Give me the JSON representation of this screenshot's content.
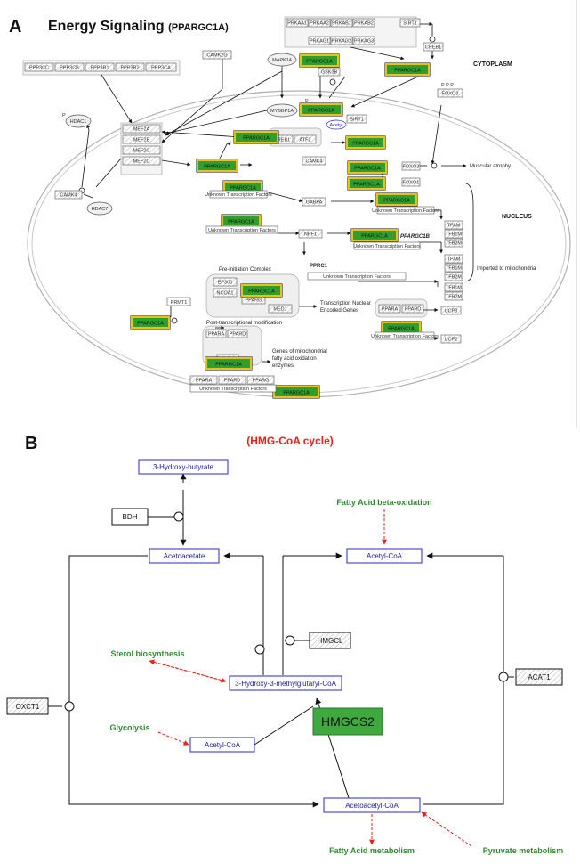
{
  "panel_a": {
    "panel_letter": "A",
    "title": "Energy Signaling",
    "title_gene": "(PPARGC1A)",
    "compartments": {
      "cytoplasm": "CYTOPLASM",
      "nucleus": "NUCLEUS"
    },
    "genes": {
      "ppargc1a": "PPARGC1A",
      "ppargc1b": "PPARGC1B",
      "prkaa1": "PRKAA1",
      "prkaa2": "PRKAA2",
      "prkab1": "PRKAB1",
      "prkab2": "PRKAB2",
      "prkag1": "PRKAG1",
      "prkag2": "PRKAG2",
      "prkag3": "PRKAG3",
      "sirt1": "SIRT1",
      "creb1": "CREB1",
      "gsk3b": "GSK3B",
      "ppp3cc": "PPP3CC",
      "ppp3cb": "PPP3CB",
      "ppp3r1": "PPP3R1",
      "ppp3r2": "PPP3R2",
      "ppp3ca": "PPP3CA",
      "camk2g": "CAMK2G",
      "mapk14": "MAPK14",
      "mybbp1a": "MYBBP1A",
      "hdac1": "HDAC1",
      "hdac7": "HDAC7",
      "camk4": "CAMK4",
      "mef2a": "MEF2A",
      "mef2b": "MEF2B",
      "mef2c": "MEF2C",
      "mef2d": "MEF2D",
      "atf2": "ATF2",
      "esrra": "ESRRA",
      "foxo3": "FOXO3",
      "foxo1": "FOXO1",
      "gabpa": "GABPA",
      "nrf1": "NRF1",
      "pprc1": "PPRC1",
      "tfam": "TFAM",
      "tfb1m": "TFB1M",
      "tfb2m": "TFB2M",
      "ep300": "EP300",
      "ncoa1": "NCOA1",
      "pparg": "PPARG",
      "med1": "MED1",
      "prmt1": "PRMT1",
      "ppara": "PPARA",
      "ppard": "PPARD",
      "rxra": "RXRA",
      "ucp3": "UCP3",
      "ucp2": "UCP2"
    },
    "labels": {
      "acetyl": "Acetyl",
      "p": "P",
      "utf": "Unknown Transcription Factors",
      "muscular_atrophy": "Muscular atrophy",
      "question": "?",
      "imported": "Imported to mitochondria",
      "preinit": "Pre-initiation Complex",
      "post_trans": "Post-transcriptional modification",
      "tnegenes": [
        "Transcription Nuclear",
        "Encoded Genes"
      ],
      "fao_genes": [
        "Genes of mitochondrial",
        "fatty acid oxidation",
        "enzymes"
      ]
    },
    "colors": {
      "highlight_fill": "#2e9e2e",
      "highlight_border": "#e6c21a",
      "membrane": "#b0b0b0"
    }
  },
  "panel_b": {
    "panel_letter": "B",
    "title": "(HMG-CoA cycle)",
    "metabolites": {
      "hydroxybutyrate": "3-Hydroxy-butyrate",
      "acetoacetate": "Acetoacetate",
      "acetyl_coa": "Acetyl-CoA",
      "hmg_coa": "3-Hydroxy-3-methylglutaryl-CoA",
      "acetoacetyl_coa": "Acetoacetyl-CoA"
    },
    "enzymes": {
      "bdh": "BDH",
      "hmgcl": "HMGCL",
      "acat1": "ACAT1",
      "oxct1": "OXCT1",
      "hmgcs2": "HMGCS2"
    },
    "pathways": {
      "fao": "Fatty Acid beta-oxidation",
      "sterol": "Sterol biosynthesis",
      "glycolysis": "Glycolysis",
      "fam": "Fatty Acid metabolism",
      "pyruvate": "Pyruvate metabolism"
    },
    "colors": {
      "title": "#e8201a",
      "pathway": "#2e8b2e",
      "metabolite_border": "#2a2acc",
      "hmgcs2_fill": "#3fa83f"
    }
  }
}
